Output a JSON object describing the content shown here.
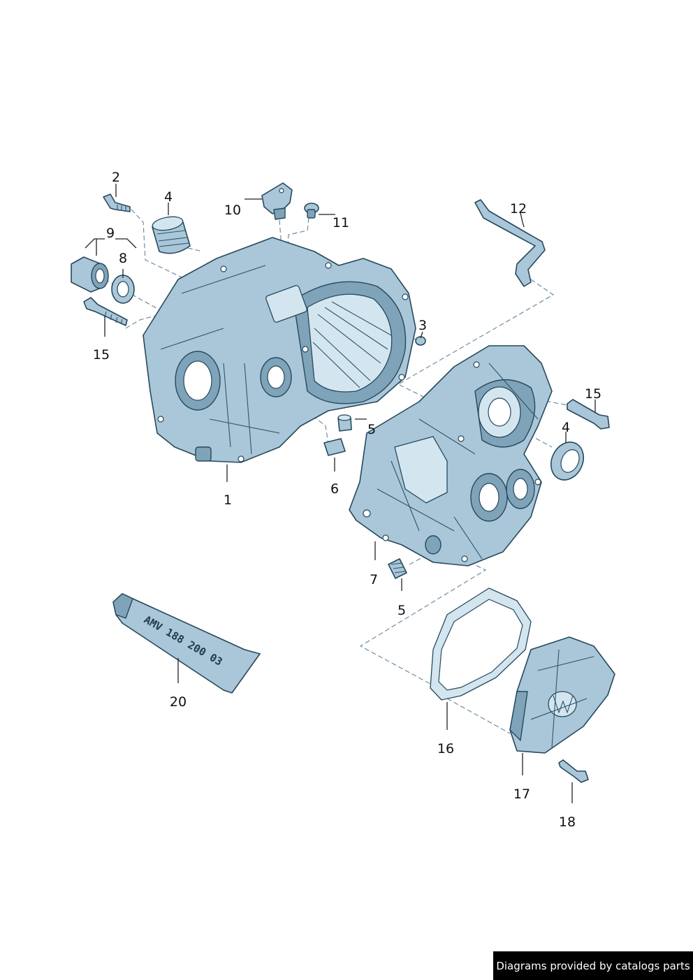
{
  "callouts": {
    "c1": "1",
    "c2": "2",
    "c3": "3",
    "c4a": "4",
    "c4b": "4",
    "c5a": "5",
    "c5b": "5",
    "c6": "6",
    "c7": "7",
    "c8": "8",
    "c9": "9",
    "c10": "10",
    "c11": "11",
    "c12": "12",
    "c15a": "15",
    "c15b": "15",
    "c16": "16",
    "c17": "17",
    "c18": "18",
    "c20": "20"
  },
  "tube_label": "AMV 188 200 03",
  "footer": {
    "credit": "Diagrams provided by catalogs parts"
  },
  "colors": {
    "part_fill": "#a9c7d8",
    "outline": "#27485c",
    "leader_dash": "#6f8ea3"
  }
}
